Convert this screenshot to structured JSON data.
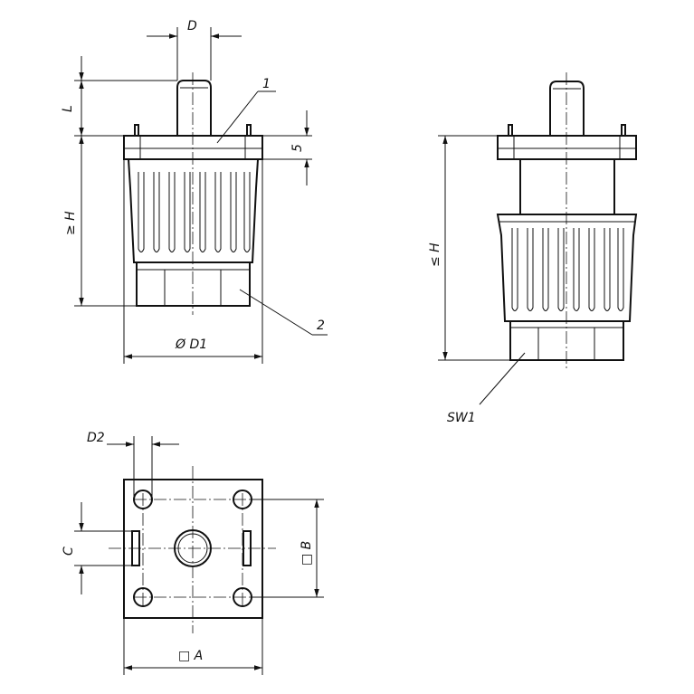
{
  "labels": {
    "d": "D",
    "l": "L",
    "part1": "1",
    "five": "5",
    "h_min": "≥ H",
    "part2": "2",
    "d1": "Ø D1",
    "h_max": "≤ H",
    "sw1": "SW1",
    "d2": "D2",
    "c": "C",
    "b": "□ B",
    "a": "□ A"
  }
}
